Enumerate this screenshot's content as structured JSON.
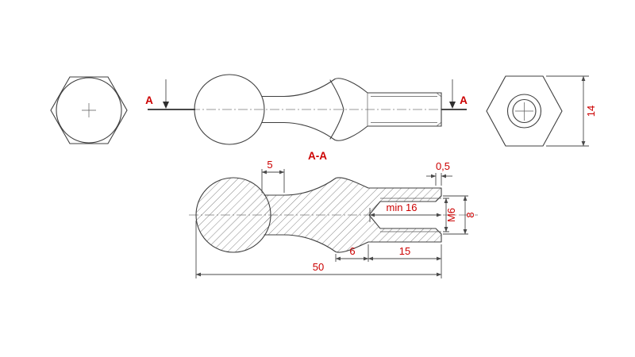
{
  "labels": {
    "section_mark_left": "A",
    "section_mark_right": "A",
    "section_title": "A-A"
  },
  "dimensions": {
    "neck_length": "5",
    "chamfer": "0,5",
    "thread_depth": "min 16",
    "thread_size": "M6",
    "bore_diameter": "8",
    "unthreaded_length": "6",
    "threaded_length": "15",
    "overall_length": "50",
    "hex_size": "14"
  },
  "colors": {
    "dimension_text": "#cc0000",
    "drawing_line": "#3f3f3f",
    "background": "#ffffff"
  }
}
